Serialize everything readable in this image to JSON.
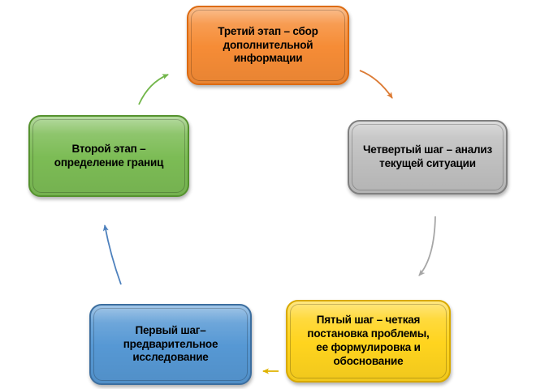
{
  "diagram": {
    "type": "cycle",
    "language": "ru",
    "background_color": "#ffffff",
    "text_color": "#000000",
    "steps": [
      {
        "id": "step-1",
        "position": "bottom-left",
        "label": "Первый шаг– предварительное исследование",
        "label_lines": [
          "Первый шаг–",
          "предварительное",
          "исследование"
        ],
        "fill": "#5698D4",
        "border": "#3C6E9F"
      },
      {
        "id": "step-2",
        "position": "middle-left",
        "label": "Второй этап – определение границ",
        "label_lines": [
          "Второй этап –",
          "определение границ"
        ],
        "fill": "#7CBC55",
        "border": "#55922E"
      },
      {
        "id": "step-3",
        "position": "top-center",
        "label": "Третий этап – сбор дополнительной информации",
        "label_lines": [
          "Третий этап – сбор",
          "дополнительной",
          "информации"
        ],
        "fill": "#F68C36",
        "border": "#DC6B12"
      },
      {
        "id": "step-4",
        "position": "middle-right",
        "label": "Четвертый шаг – анализ текущей ситуации",
        "label_lines": [
          "Четвертый шаг – анализ",
          "текущей ситуации"
        ],
        "fill": "#BFBFBF",
        "border": "#7F7F7F"
      },
      {
        "id": "step-5",
        "position": "bottom-right",
        "label": "Пятый шаг – четкая постановка проблемы, ее формулировка и обоснование",
        "label_lines": [
          "Пятый шаг – четкая",
          "постановка проблемы,",
          "ее формулировка и",
          "обоснование"
        ],
        "fill": "#FFD41E",
        "border": "#D8A900"
      }
    ],
    "arrows": [
      {
        "from": "step-1",
        "to": "step-2",
        "color": "#4E81BD"
      },
      {
        "from": "step-2",
        "to": "step-3",
        "color": "#72B64A"
      },
      {
        "from": "step-3",
        "to": "step-4",
        "color": "#DC7B35"
      },
      {
        "from": "step-4",
        "to": "step-5",
        "color": "#A6A6A6"
      },
      {
        "from": "step-5",
        "to": "step-1",
        "color": "#DFB300"
      }
    ]
  }
}
